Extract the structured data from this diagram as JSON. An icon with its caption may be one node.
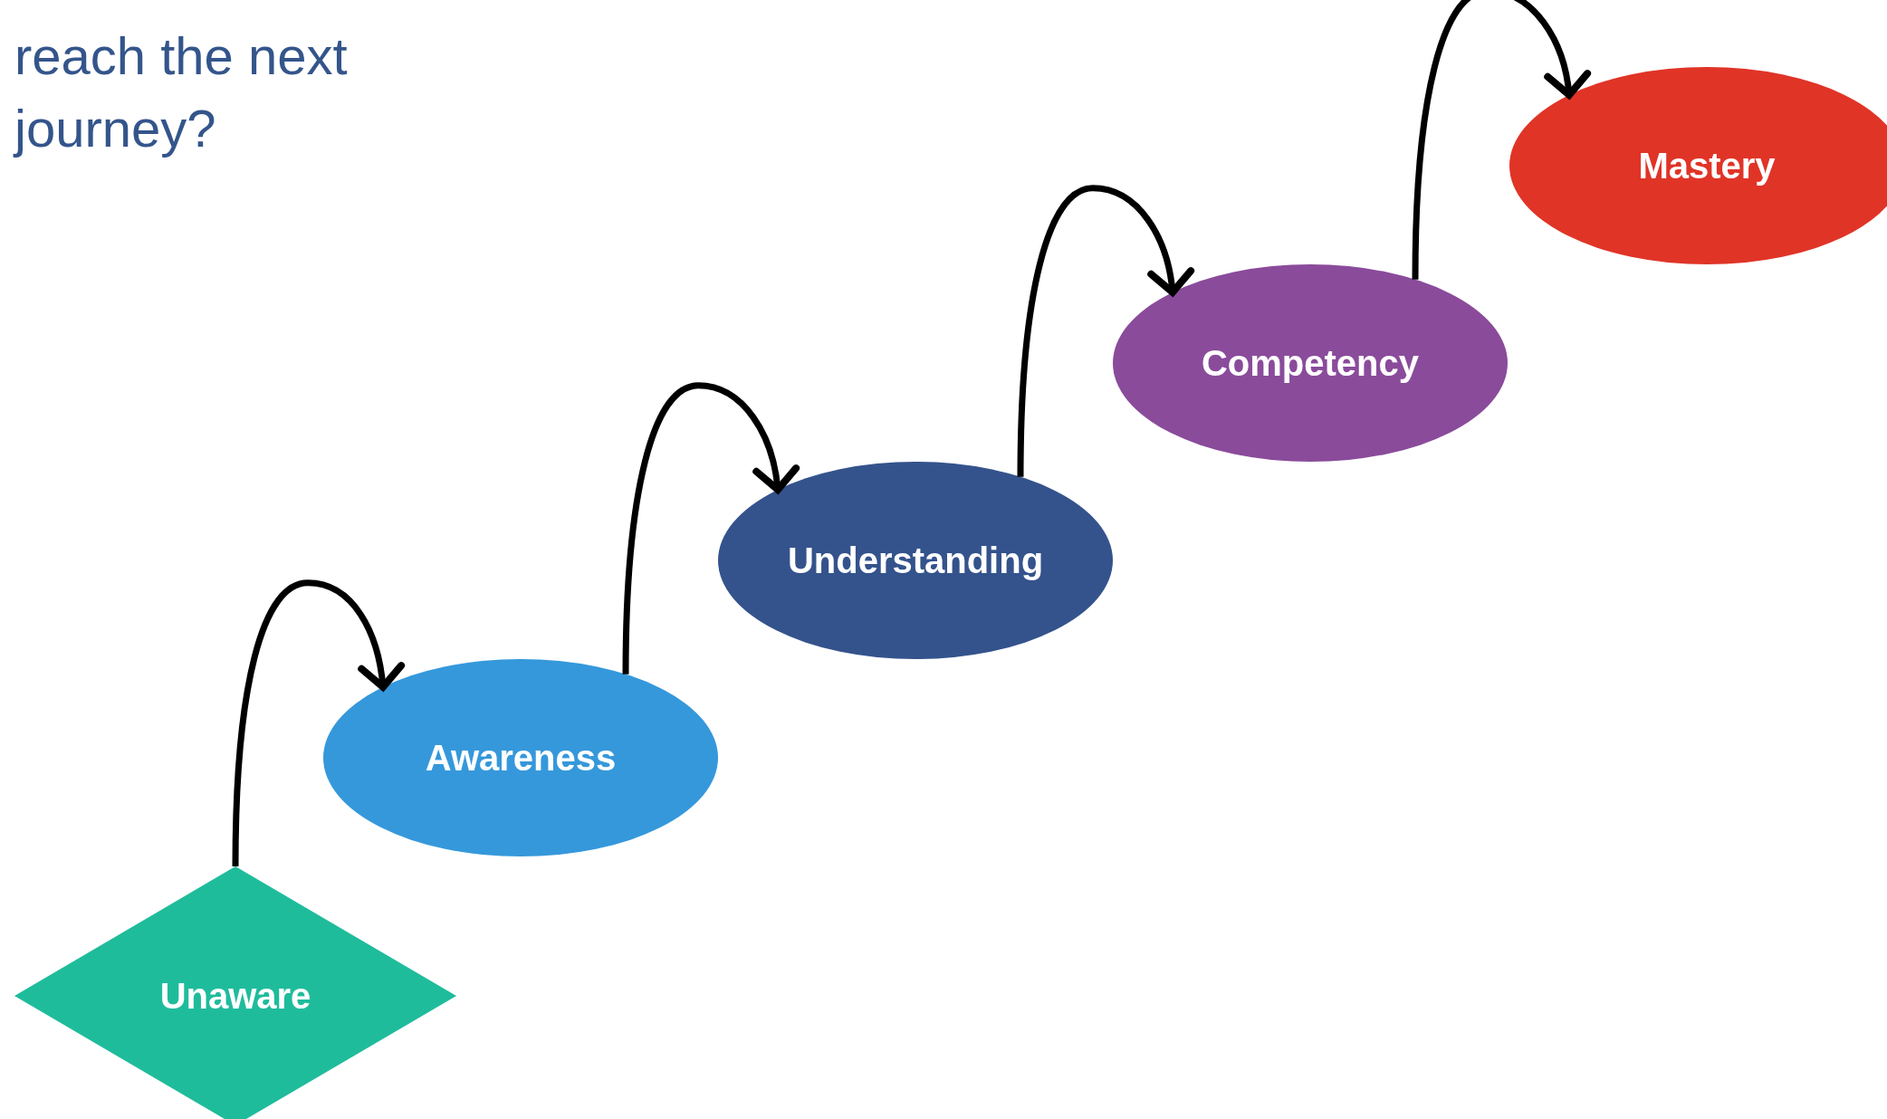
{
  "diagram": {
    "title": "reach the next journey?",
    "nodes": [
      {
        "text": [
          "Unaware"
        ]
      },
      {
        "text": [
          "Awareness"
        ]
      },
      {
        "text": [
          "Understanding"
        ]
      },
      {
        "text": [
          "Competency"
        ]
      },
      {
        "text": [
          "Mastery"
        ]
      }
    ],
    "edges": [
      {
        "from": 0,
        "to": 1,
        "arrow": "to"
      },
      {
        "from": 1,
        "to": 2,
        "arrow": "to"
      },
      {
        "from": 2,
        "to": 3,
        "arrow": "to"
      },
      {
        "from": 3,
        "to": 4,
        "arrow": "to"
      }
    ]
  }
}
